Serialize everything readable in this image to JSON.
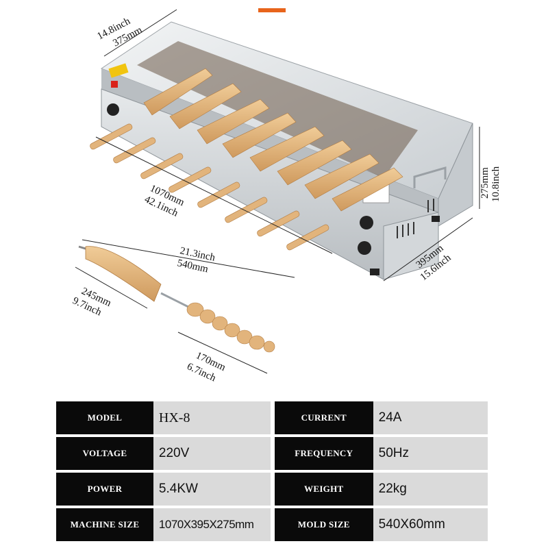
{
  "dimensions": {
    "top_width_in": "14.8inch",
    "top_width_mm": "375mm",
    "length_mm": "1070mm",
    "length_in": "42.1inch",
    "height_mm": "275mm",
    "height_in": "10.8inch",
    "depth_mm": "395mm",
    "depth_in": "15.6inch",
    "mold_length_in": "21.3inch",
    "mold_length_mm": "540mm",
    "cone_length_mm": "245mm",
    "cone_length_in": "9.7inch",
    "handle_length_mm": "170mm",
    "handle_length_in": "6.7inch"
  },
  "specs": {
    "rows": [
      {
        "label1": "MODEL",
        "value1": "HX-8",
        "label2": "CURRENT",
        "value2": "24A"
      },
      {
        "label1": "VOLTAGE",
        "value1": "220V",
        "label2": "FREQUENCY",
        "value2": "50Hz"
      },
      {
        "label1": "POWER",
        "value1": "5.4KW",
        "label2": "WEIGHT",
        "value2": "22kg"
      },
      {
        "label1": "MACHINE SIZE",
        "value1": "1070X395X275mm",
        "label2": "MOLD SIZE",
        "value2": "540X60mm"
      }
    ]
  },
  "colors": {
    "accent": "#e8641b",
    "steel": "#d9dde0",
    "wood": "#e2b47c",
    "label_bg": "#0a0a0a",
    "value_bg": "#dadada"
  }
}
